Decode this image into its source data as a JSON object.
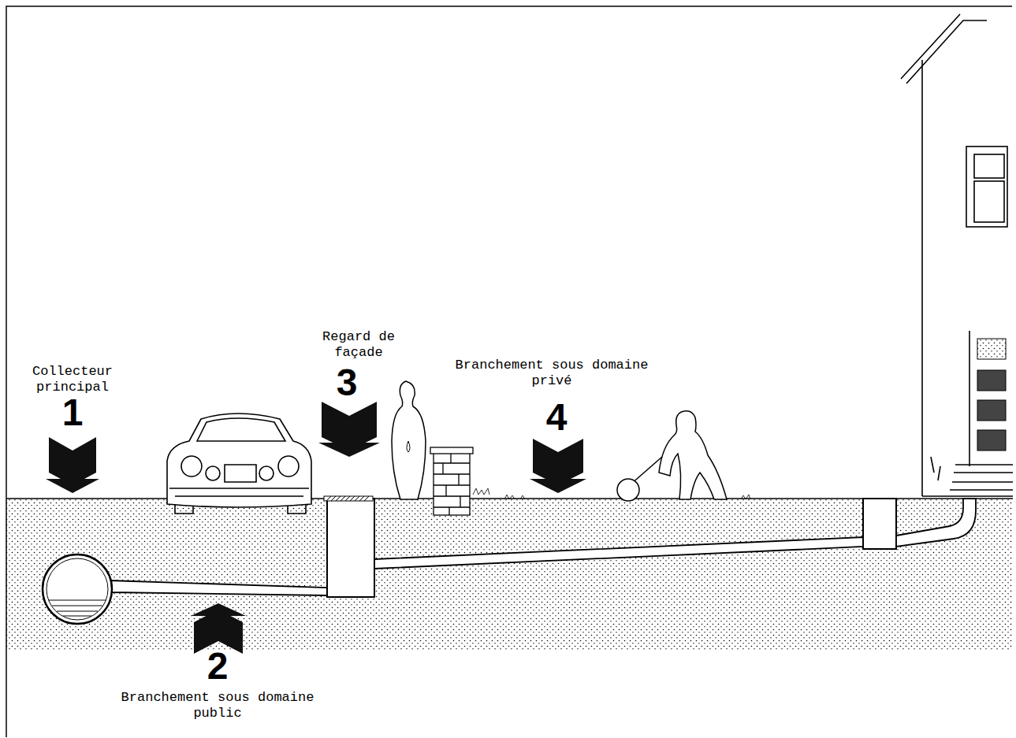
{
  "diagram": {
    "labels": [
      "Collecteur principal",
      "1",
      "Regard de façade",
      "3",
      "Branchement sous domaine privé",
      "4",
      "2",
      "Branchement sous domaine public"
    ]
  }
}
